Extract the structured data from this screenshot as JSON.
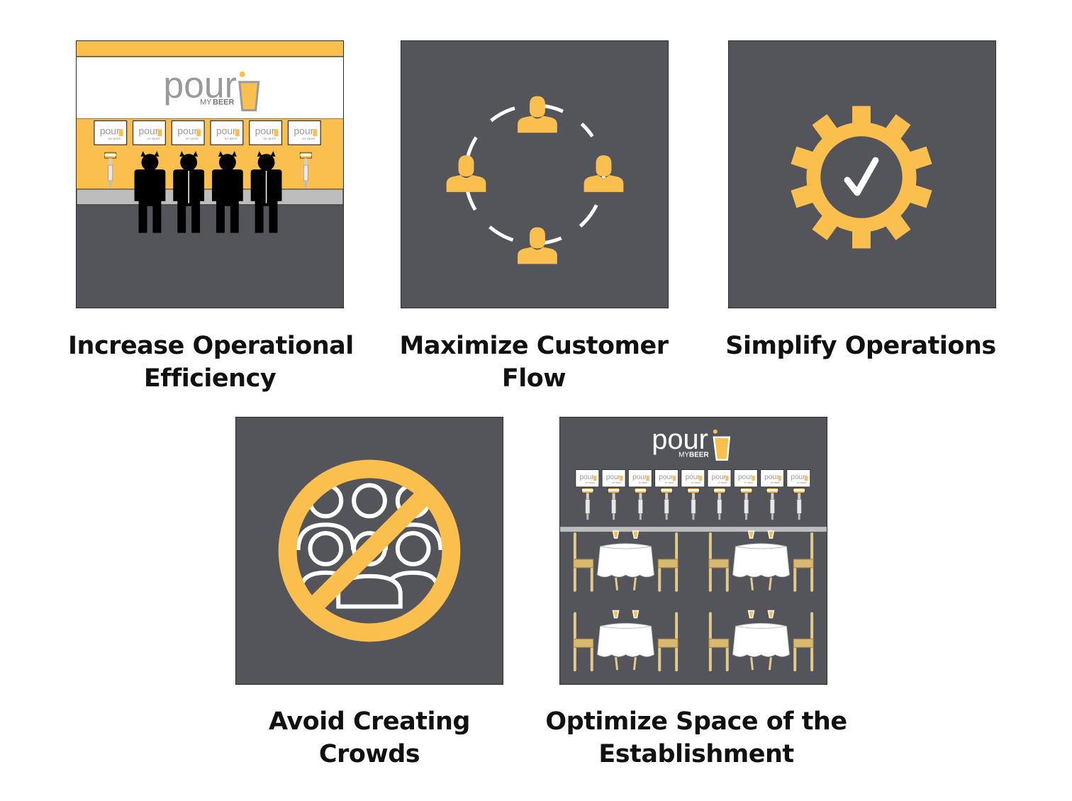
{
  "features": [
    {
      "title_line1": "Increase Operational",
      "title_line2": "Efficiency",
      "icon": "self-pour-bar-icon"
    },
    {
      "title_line1": "Maximize Customer",
      "title_line2": "Flow",
      "icon": "customer-flow-icon"
    },
    {
      "title_line1": "Simplify Operations",
      "title_line2": "",
      "icon": "gear-check-icon"
    },
    {
      "title_line1": "Avoid Creating",
      "title_line2": "Crowds",
      "icon": "no-crowds-icon"
    },
    {
      "title_line1": "Optimize Space of the",
      "title_line2": "Establishment",
      "icon": "dining-space-icon"
    }
  ],
  "brand": {
    "logo_word": "pour",
    "logo_sub_my": "MY",
    "logo_sub_beer": "BEER"
  },
  "colors": {
    "tile": "#54555b",
    "accent": "#fbbf4e",
    "text": "#111111",
    "white": "#ffffff"
  }
}
